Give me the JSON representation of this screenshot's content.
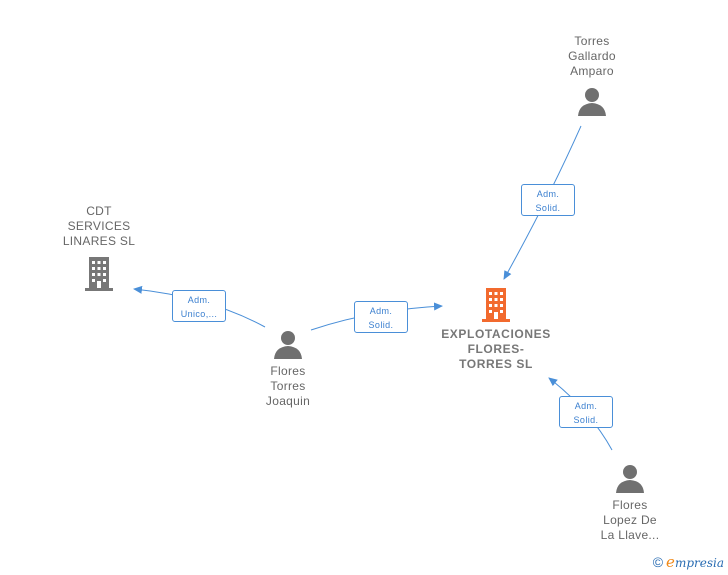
{
  "nodes": {
    "cdt": {
      "label": "CDT\nSERVICES\nLINARES  SL",
      "type": "company"
    },
    "explotaciones": {
      "label": "EXPLOTACIONES\nFLORES-\nTORRES  SL",
      "type": "company-main"
    },
    "torres_gallardo": {
      "label": "Torres\nGallardo\nAmparo",
      "type": "person"
    },
    "flores_torres": {
      "label": "Flores\nTorres\nJoaquin",
      "type": "person"
    },
    "flores_lopez": {
      "label": "Flores\nLopez De\nLa Llave...",
      "type": "person"
    }
  },
  "edges": {
    "e1": {
      "line1": "Adm.",
      "line2": "Unico,..."
    },
    "e2": {
      "line1": "Adm.",
      "line2": "Solid."
    },
    "e3": {
      "line1": "Adm.",
      "line2": "Solid."
    },
    "e4": {
      "line1": "Adm.",
      "line2": "Solid."
    }
  },
  "colors": {
    "edge": "#4a8fd8",
    "company": "#777777",
    "company_main": "#f26a2e",
    "person": "#707070"
  },
  "footer": {
    "copyright": "©",
    "brand_initial": "e",
    "brand_rest": "mpresia"
  }
}
